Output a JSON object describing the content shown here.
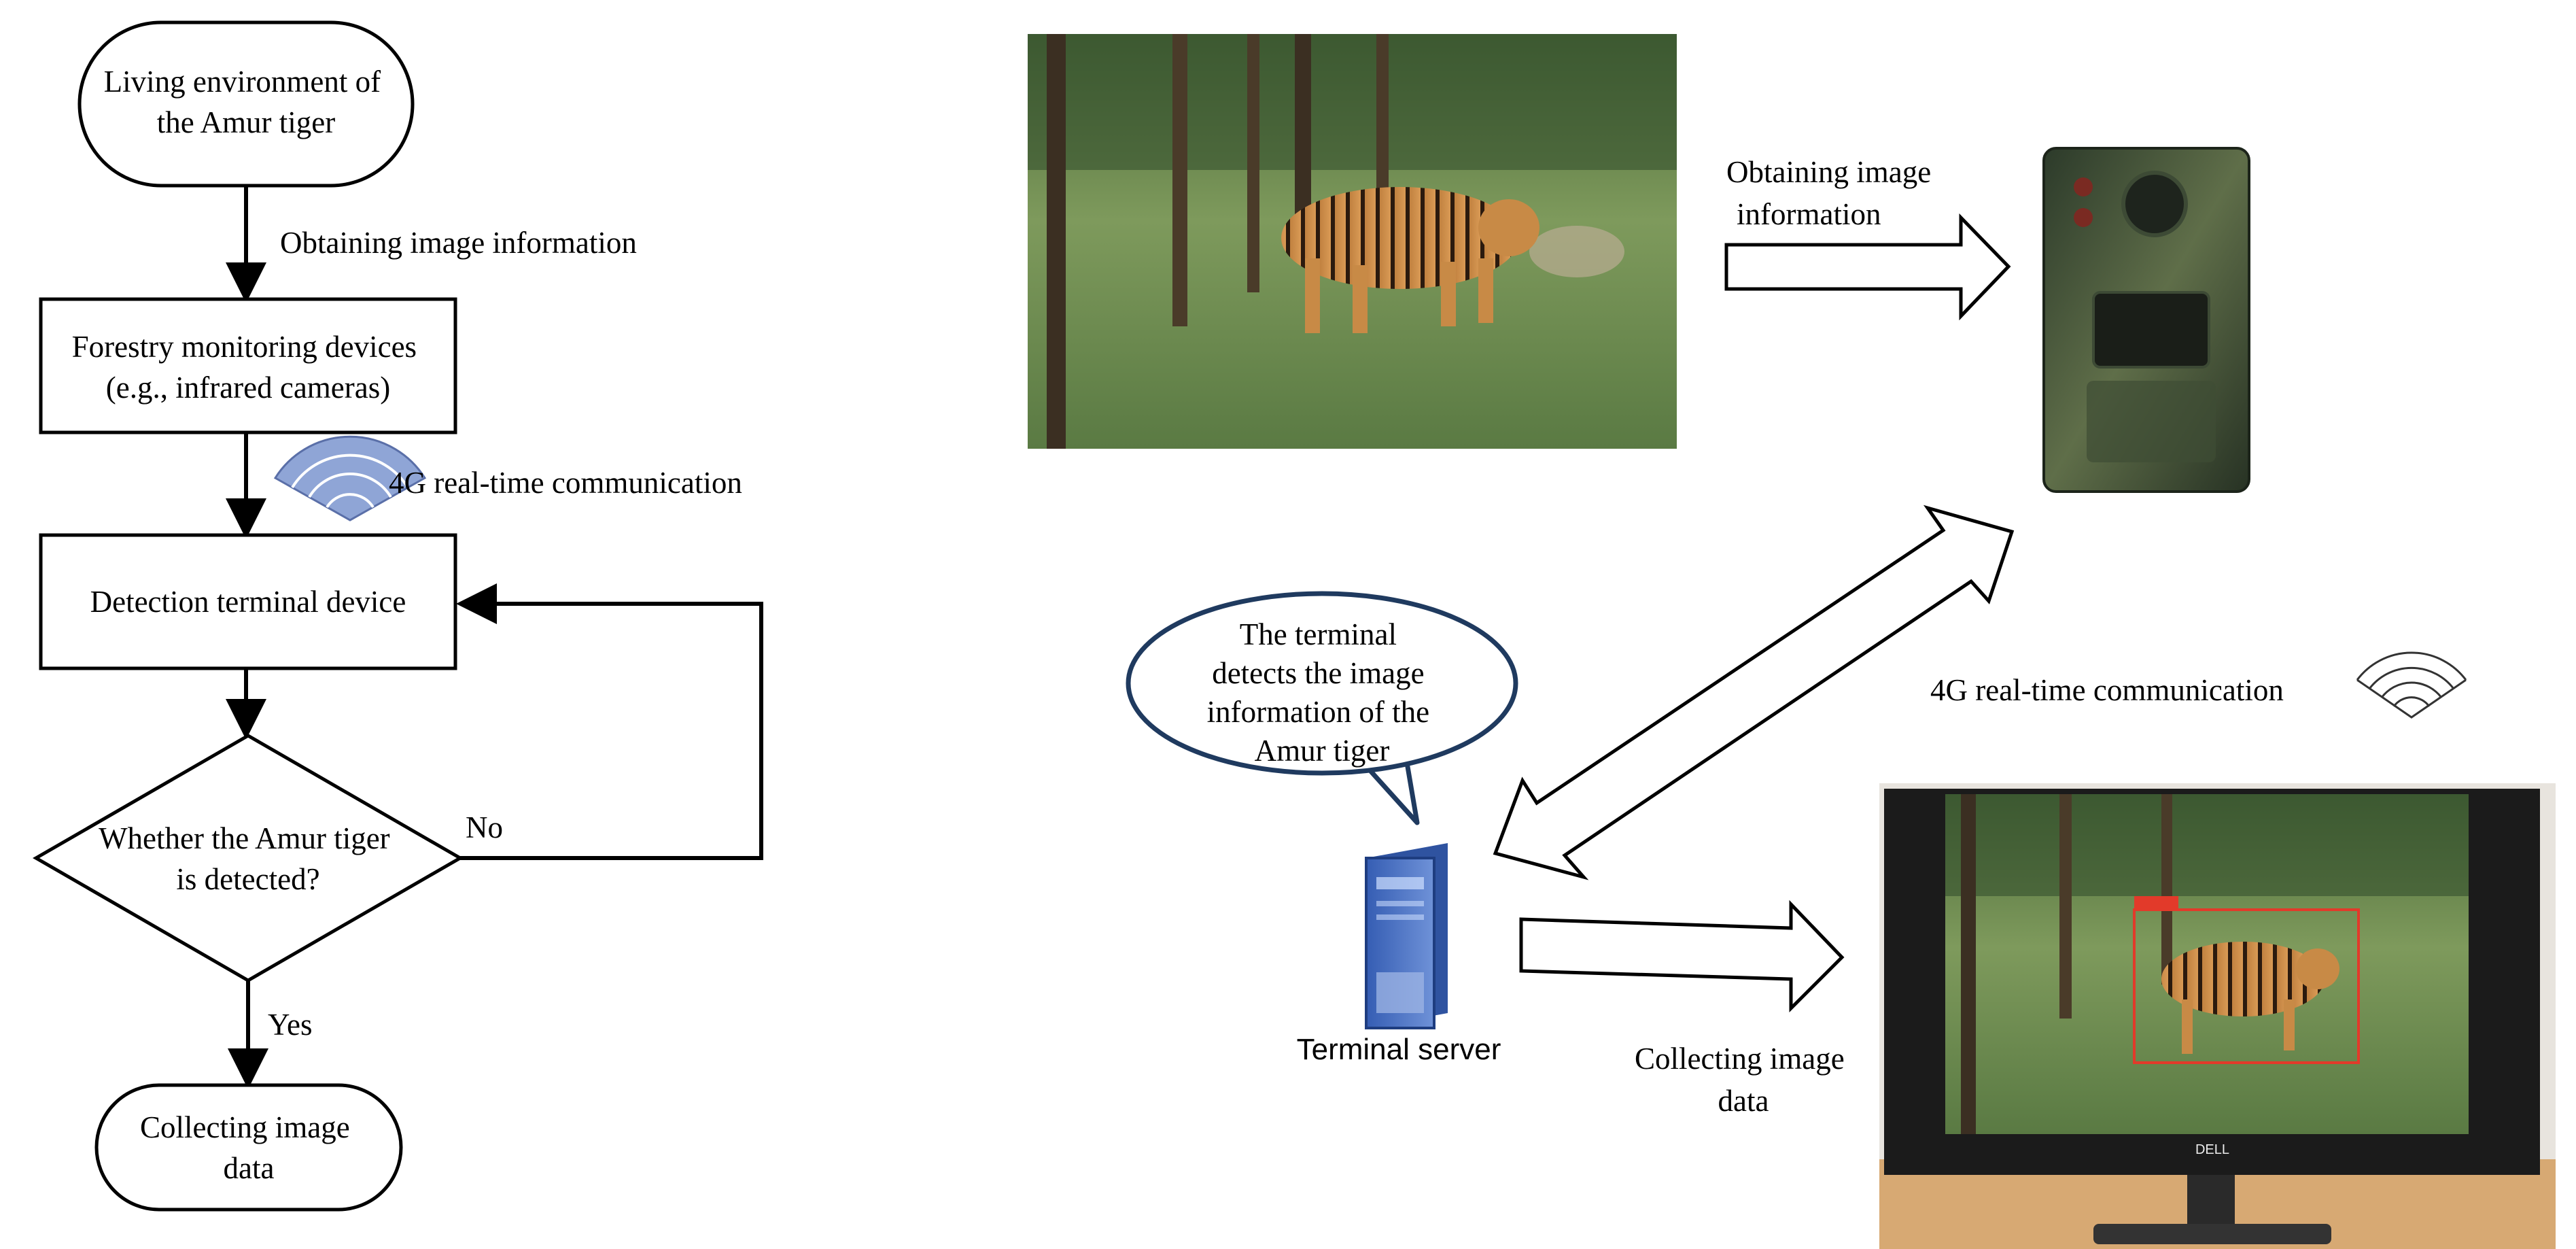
{
  "flowchart": {
    "start_label": [
      "Living environment of",
      "the Amur tiger"
    ],
    "edge_obtaining_label": "Obtaining image information",
    "monitoring_label": [
      "Forestry monitoring devices",
      "(e.g., infrared cameras)"
    ],
    "edge_4g_label": "4G real-time communication",
    "detection_label": "Detection terminal device",
    "decision_label": [
      "Whether the Amur tiger",
      "is detected?"
    ],
    "edge_no_label": "No",
    "edge_yes_label": "Yes",
    "end_label": [
      "Collecting image",
      "data"
    ]
  },
  "illustration": {
    "obtaining_label": [
      "Obtaining image",
      "information"
    ],
    "comm_label": "4G real-time communication",
    "speech_label": [
      "The terminal",
      "detects the image",
      "information of the",
      "Amur tiger"
    ],
    "server_label": "Terminal server",
    "collecting_label": [
      "Collecting image",
      "data"
    ],
    "monitor_brand": "DELL"
  },
  "colors": {
    "line": "#000000",
    "wifi_blue": "#8fa5d6",
    "server_blue": "#4a72c4",
    "speech_border": "#1f3a5f",
    "bbox_red": "#e23a2a"
  }
}
